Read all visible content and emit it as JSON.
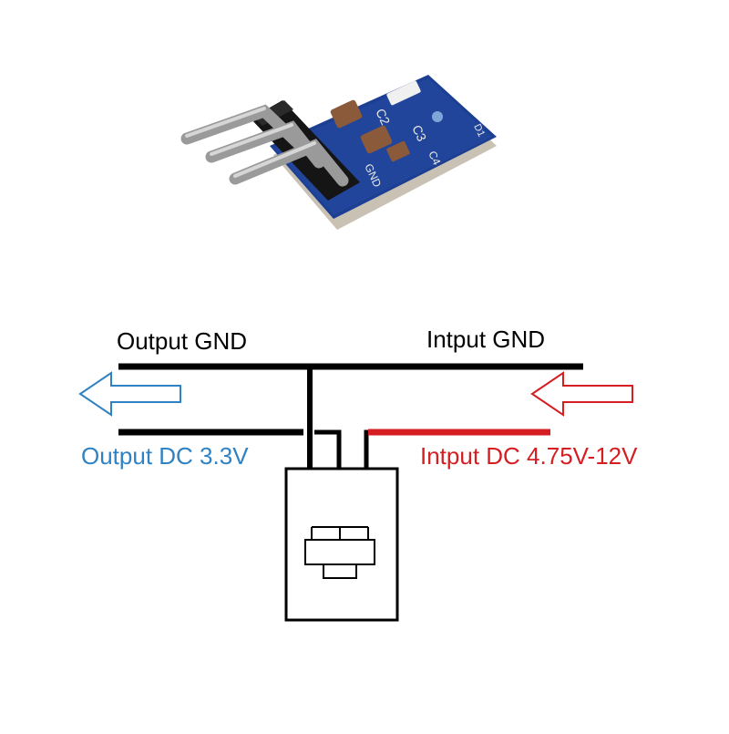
{
  "photo": {
    "silkscreen": [
      "C2",
      "C3",
      "C4",
      "GND",
      "D1"
    ]
  },
  "labels": {
    "output_gnd": "Output GND",
    "input_gnd": "Intput GND",
    "output_dc": "Output DC 3.3V",
    "input_dc": "Intput DC 4.75V-12V"
  },
  "colors": {
    "output": "#2f82c3",
    "input": "#d51e22",
    "wire": "#000000",
    "board": "#1d3f93"
  },
  "icons": {
    "output_arrow": "arrow-left-outline",
    "input_arrow": "arrow-left-outline",
    "regulator": "regulator-ic-symbol"
  }
}
